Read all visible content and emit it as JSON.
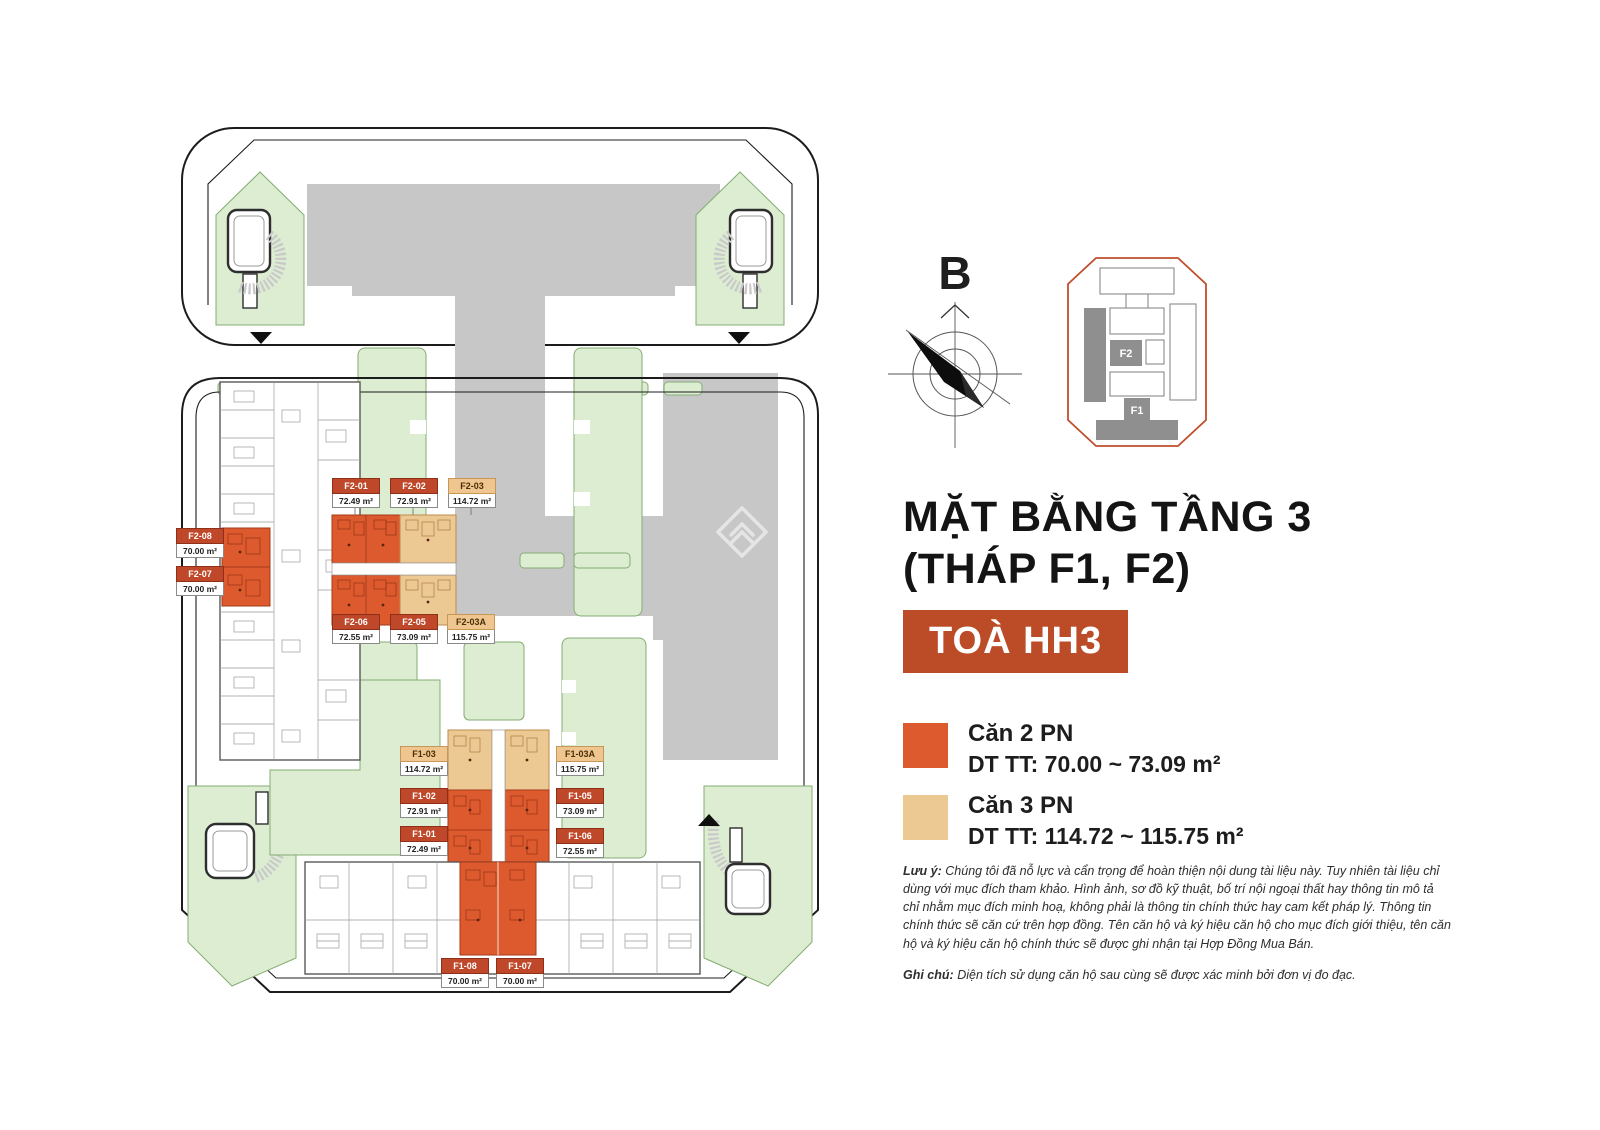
{
  "info_panel": {
    "compass_label": "B",
    "minimap": {
      "tower_f2_label": "F2",
      "tower_f1_label": "F1"
    },
    "title_line1": "MẶT BẰNG TẦNG 3",
    "title_line2": "(THÁP F1, F2)",
    "building_badge": "TOÀ HH3",
    "legend": [
      {
        "name": "Căn 2 PN",
        "area": "DT TT: 70.00 ~ 73.09 m²",
        "color": "#DD5A2E"
      },
      {
        "name": "Căn 3 PN",
        "area": "DT TT: 114.72 ~ 115.75 m²",
        "color": "#ECC893"
      }
    ],
    "notes": [
      {
        "prefix": "Lưu ý:",
        "text": "Chúng tôi đã nỗ lực và cẩn trọng để hoàn thiện nội dung tài liệu này. Tuy nhiên tài liệu chỉ dùng với mục đích tham khảo. Hình ảnh, sơ đồ kỹ thuật, bố trí nội ngoại thất hay thông tin mô tả chỉ nhằm mục đích minh hoạ, không phải là thông tin chính thức hay cam kết pháp lý. Thông tin chính thức sẽ căn cứ trên hợp đồng. Tên căn hộ và ký hiệu căn hộ cho mục đích giới thiệu, tên căn hộ và ký hiệu căn hộ chính thức sẽ được ghi nhận tại Hợp Đồng Mua Bán."
      },
      {
        "prefix": "Ghi chú:",
        "text": "Diện tích sử dụng căn hộ sau cùng sẽ được xác minh bởi đơn vị đo đạc."
      }
    ]
  },
  "floor_plan": {
    "units": [
      {
        "code": "F2-01",
        "area": "72.49 m²",
        "type": "2pn"
      },
      {
        "code": "F2-02",
        "area": "72.91 m²",
        "type": "2pn"
      },
      {
        "code": "F2-03",
        "area": "114.72 m²",
        "type": "3pn"
      },
      {
        "code": "F2-08",
        "area": "70.00 m²",
        "type": "2pn"
      },
      {
        "code": "F2-07",
        "area": "70.00 m²",
        "type": "2pn"
      },
      {
        "code": "F2-06",
        "area": "72.55 m²",
        "type": "2pn"
      },
      {
        "code": "F2-05",
        "area": "73.09 m²",
        "type": "2pn"
      },
      {
        "code": "F2-03A",
        "area": "115.75 m²",
        "type": "3pn"
      },
      {
        "code": "F1-03",
        "area": "114.72 m²",
        "type": "3pn"
      },
      {
        "code": "F1-03A",
        "area": "115.75 m²",
        "type": "3pn"
      },
      {
        "code": "F1-02",
        "area": "72.91 m²",
        "type": "2pn"
      },
      {
        "code": "F1-05",
        "area": "73.09 m²",
        "type": "2pn"
      },
      {
        "code": "F1-01",
        "area": "72.49 m²",
        "type": "2pn"
      },
      {
        "code": "F1-06",
        "area": "72.55 m²",
        "type": "2pn"
      },
      {
        "code": "F1-08",
        "area": "70.00 m²",
        "type": "2pn"
      },
      {
        "code": "F1-07",
        "area": "70.00 m²",
        "type": "2pn"
      }
    ]
  },
  "colors": {
    "unit_2pn": "#DD5A2E",
    "unit_3pn": "#ECC893",
    "label_2pn_box": "#C0482A",
    "label_3pn_box": "#EFC68F",
    "badge_bg": "#BC4B28",
    "green_area": "#DCEDD2",
    "gray_building": "#C7C7C7"
  }
}
